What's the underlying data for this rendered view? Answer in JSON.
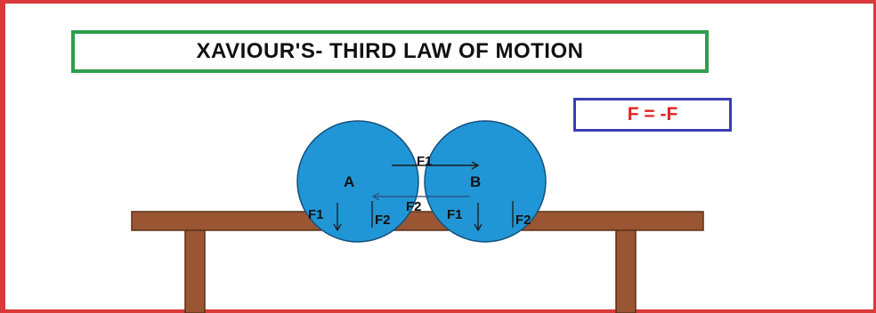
{
  "title": "XAVIOUR'S- THIRD LAW OF MOTION",
  "formula": "F = -F",
  "balls": {
    "a_label": "A",
    "b_label": "B"
  },
  "forces": {
    "f1_top": "F1",
    "f2_between": "F2",
    "f1_under_a": "F1",
    "f2_under_a": "F2",
    "f1_under_b": "F1",
    "f2_under_b": "F2"
  },
  "colors": {
    "frame": "#d93a3a",
    "title_border": "#2e9e4e",
    "formula_border": "#3b3fb0",
    "formula_text": "#e02424",
    "ball_fill": "#2196d6",
    "table": "#9a5632"
  }
}
